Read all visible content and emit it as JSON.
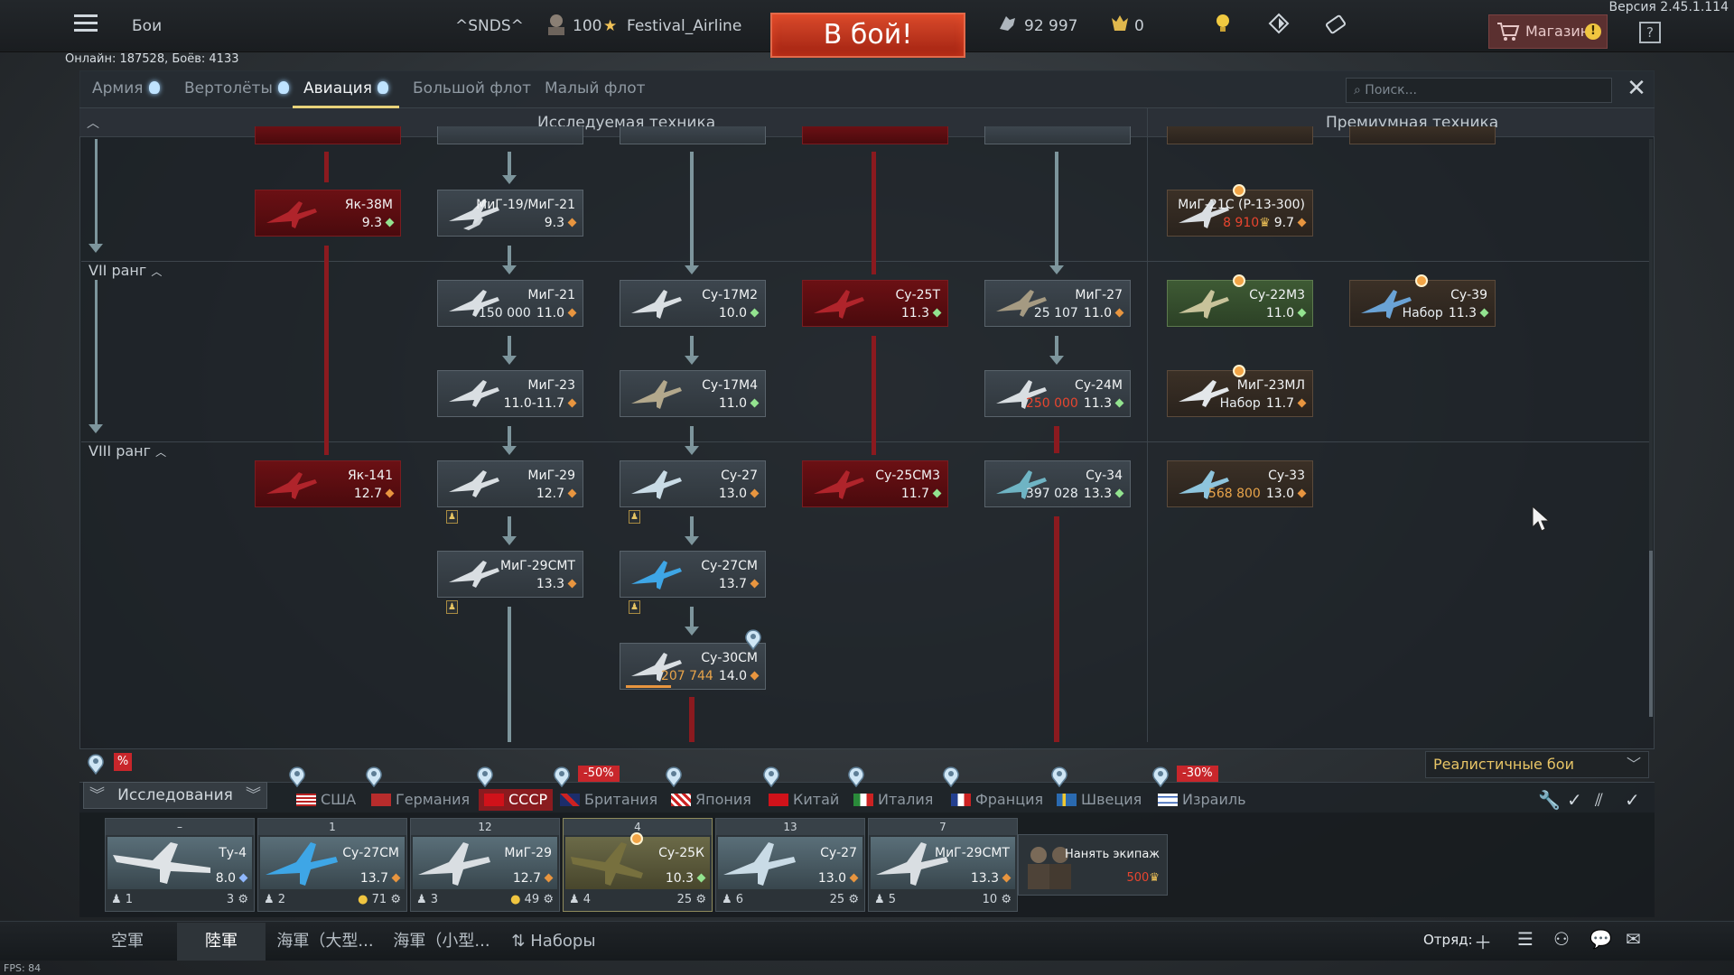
{
  "version": "Версия 2.45.1.114",
  "online": "Онлайн: 187528, Боёв: 4133",
  "topbar": {
    "battles": "Бои",
    "squad_tag": "^SNDS^",
    "level": "100",
    "nickname": "Festival_Airline",
    "battle_button": "В бой!",
    "silver": "92 997",
    "gold": "0",
    "shop": "Магазин",
    "help": "?"
  },
  "tabs": [
    {
      "label": "Армия"
    },
    {
      "label": "Вертолёты"
    },
    {
      "label": "Авиация"
    },
    {
      "label": "Большой флот"
    },
    {
      "label": "Малый флот"
    }
  ],
  "search_placeholder": "⌕ Поиск...",
  "columns": {
    "researchable": "Исследуемая техника",
    "premium": "Премиумная техника"
  },
  "ranks": {
    "r7": "VII ранг",
    "r8": "VIII ранг"
  },
  "vehicles": [
    {
      "name": "Як-38М",
      "rp": "",
      "br": "9.3",
      "style": "red",
      "dot": "green"
    },
    {
      "name": "МиГ-19/МиГ-21",
      "rp": "",
      "br": "9.3",
      "style": "",
      "dot": "orange"
    },
    {
      "name": "МиГ-21С (Р-13-300)",
      "rp": "8 910",
      "br": "9.7",
      "style": "prem",
      "dot": "orange",
      "rp_color": "red"
    },
    {
      "name": "МиГ-21",
      "rp": "150 000",
      "br": "11.0",
      "style": "",
      "dot": "orange"
    },
    {
      "name": "Су-17М2",
      "rp": "",
      "br": "10.0",
      "style": "",
      "dot": "green"
    },
    {
      "name": "Су-25Т",
      "rp": "",
      "br": "11.3",
      "style": "red",
      "dot": "green"
    },
    {
      "name": "МиГ-27",
      "rp": "25 107",
      "br": "11.0",
      "style": "",
      "dot": "orange"
    },
    {
      "name": "Су-22М3",
      "rp": "",
      "br": "11.0",
      "style": "green",
      "dot": "green"
    },
    {
      "name": "Су-39",
      "rp": "Набор",
      "br": "11.3",
      "style": "",
      "dot": "green"
    },
    {
      "name": "МиГ-23",
      "rp": "",
      "br": "11.0-11.7",
      "style": "",
      "dot": "orange"
    },
    {
      "name": "Су-17М4",
      "rp": "",
      "br": "11.0",
      "style": "",
      "dot": "green"
    },
    {
      "name": "Су-24М",
      "rp": "250 000",
      "br": "11.3",
      "style": "",
      "dot": "green",
      "rp_color": "red"
    },
    {
      "name": "МиГ-23МЛ",
      "rp": "Набор",
      "br": "11.7",
      "style": "prem",
      "dot": "orange"
    },
    {
      "name": "Як-141",
      "rp": "",
      "br": "12.7",
      "style": "red",
      "dot": "orange"
    },
    {
      "name": "МиГ-29",
      "rp": "",
      "br": "12.7",
      "style": "",
      "dot": "orange"
    },
    {
      "name": "Су-27",
      "rp": "",
      "br": "13.0",
      "style": "",
      "dot": "orange"
    },
    {
      "name": "Су-25СМ3",
      "rp": "",
      "br": "11.7",
      "style": "red",
      "dot": "green"
    },
    {
      "name": "Су-34",
      "rp": "397 028",
      "br": "13.3",
      "style": "",
      "dot": "green"
    },
    {
      "name": "Су-33",
      "rp": "568 800",
      "br": "13.0",
      "style": "prem",
      "dot": "orange",
      "rp_color": "orange"
    },
    {
      "name": "МиГ-29СМТ",
      "rp": "",
      "br": "13.3",
      "style": "",
      "dot": "orange"
    },
    {
      "name": "Су-27СМ",
      "rp": "",
      "br": "13.7",
      "style": "",
      "dot": "orange"
    },
    {
      "name": "Су-30СМ",
      "rp": "207 744",
      "br": "14.0",
      "style": "",
      "dot": "orange",
      "rp_color": "orange"
    }
  ],
  "nation_bar": {
    "research": "Исследования",
    "mode": "Реалистичные бои",
    "discount_1": "-50%",
    "discount_2": "-30%",
    "nations": [
      "США",
      "Германия",
      "СССР",
      "Британия",
      "Япония",
      "Китай",
      "Италия",
      "Франция",
      "Швеция",
      "Израиль"
    ]
  },
  "slots": [
    {
      "hdr": "–",
      "name": "Ту-4",
      "br": "8.0",
      "crew": "1",
      "extra": "3"
    },
    {
      "hdr": "1",
      "name": "Су-27СМ",
      "br": "13.7",
      "crew": "2",
      "extra": "71"
    },
    {
      "hdr": "12",
      "name": "МиГ-29",
      "br": "12.7",
      "crew": "3",
      "extra": "49"
    },
    {
      "hdr": "4",
      "name": "Су-25К",
      "br": "10.3",
      "crew": "4",
      "extra": "25"
    },
    {
      "hdr": "13",
      "name": "Су-27",
      "br": "13.0",
      "crew": "6",
      "extra": "25"
    },
    {
      "hdr": "7",
      "name": "МиГ-29СМТ",
      "br": "13.3",
      "crew": "5",
      "extra": "10"
    }
  ],
  "hire": {
    "label": "Нанять экипаж",
    "cost": "500"
  },
  "bottom_tabs": [
    "空軍",
    "陸軍",
    "海軍（大型...",
    "海軍（小型...",
    "Наборы"
  ],
  "squad_label": "Отряд:",
  "fps": "FPS: 84"
}
